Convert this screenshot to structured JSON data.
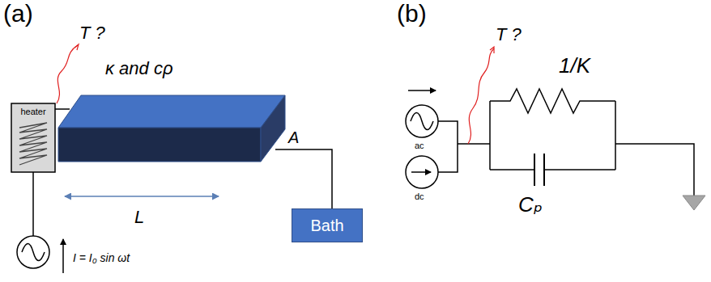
{
  "diagram": {
    "nodes": [
      {
        "text": [
          "heater"
        ]
      },
      {
        "text": [
          "Bath"
        ]
      }
    ],
    "labels": [
      "(a)",
      "T ?",
      "κ and cρ",
      "L",
      "A",
      "I = I₀ sin ωt",
      "(b)",
      "T ?",
      "1/K",
      "ac",
      "dc",
      "Cₚ"
    ]
  }
}
